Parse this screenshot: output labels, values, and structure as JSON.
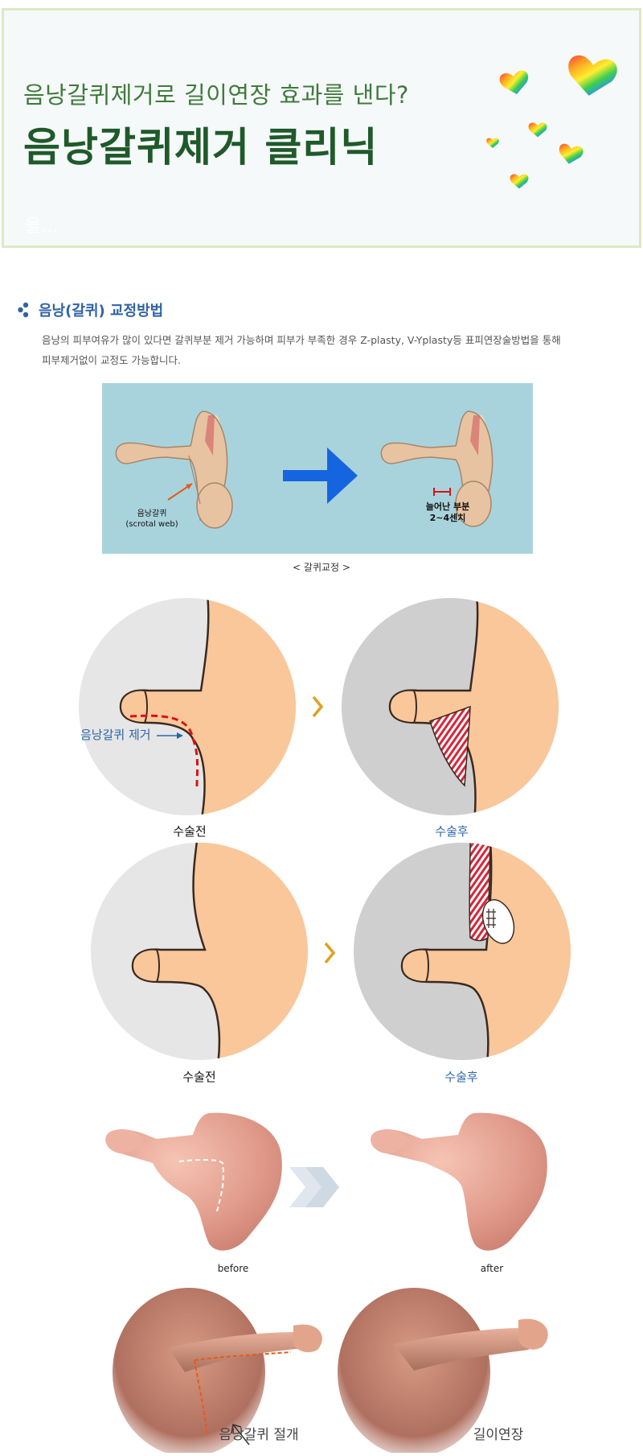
{
  "hero": {
    "subtitle": "음낭갈퀴제거로 길이연장 효과를 낸다?",
    "title": "음낭갈퀴제거 클리닉",
    "faded_text": "을..."
  },
  "section": {
    "title": "음낭(갈퀴) 교정방법",
    "description_line1": "음낭의 피부여유가 많이 있다면 갈퀴부분 제거 가능하며 피부가 부족한 경우 Z-plasty, V-Yplasty등 표피연장술방법을 통해",
    "description_line2": "피부제거없이 교정도 가능합니다."
  },
  "panel1": {
    "label_left_line1": "음낭갈퀴",
    "label_left_line2": "(scrotal web)",
    "label_right_line1": "늘어난 부분",
    "label_right_line2": "2~4센치",
    "caption": "< 갈퀴교정 >"
  },
  "diagrams": {
    "row1_before": "수술전",
    "row1_after": "수술후",
    "row1_callout": "음낭갈퀴 제거",
    "row2_before": "수술전",
    "row2_after": "수술후"
  },
  "photos": {
    "before": "before",
    "after": "after",
    "bottom_left": "음낭갈퀴 절개",
    "bottom_right": "길이연장"
  },
  "colors": {
    "accent_green": "#1f5a2a",
    "accent_blue": "#2f63a6",
    "skin": "#f9c79a",
    "arrow_orange": "#e0a020"
  }
}
